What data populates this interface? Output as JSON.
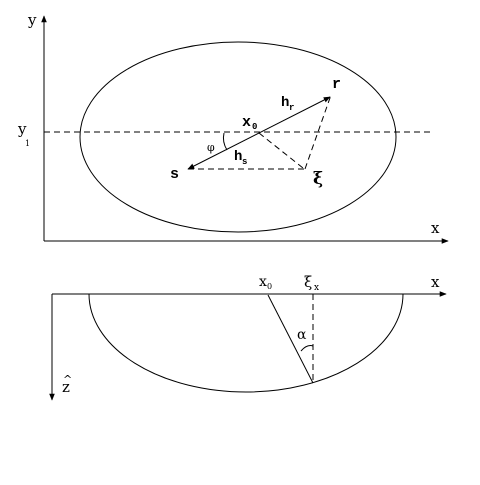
{
  "top_view": {
    "axis_y_label": "y",
    "axis_x_label": "x",
    "y1_label": "y",
    "y1_subscript": "1",
    "point_r": "r",
    "point_s": "s",
    "point_x0": "x",
    "point_x0_subscript": "0",
    "hr_label": "h",
    "hr_subscript": "r",
    "hs_label": "h",
    "hs_subscript": "s",
    "phi_label": "φ",
    "xi_label": "ξ"
  },
  "side_view": {
    "axis_x_label": "x",
    "axis_z_label": "z",
    "axis_z_hat": "^",
    "x0_label": "x",
    "x0_subscript": "0",
    "xix_label": "ξ",
    "xix_subscript": "x",
    "alpha_label": "α"
  }
}
